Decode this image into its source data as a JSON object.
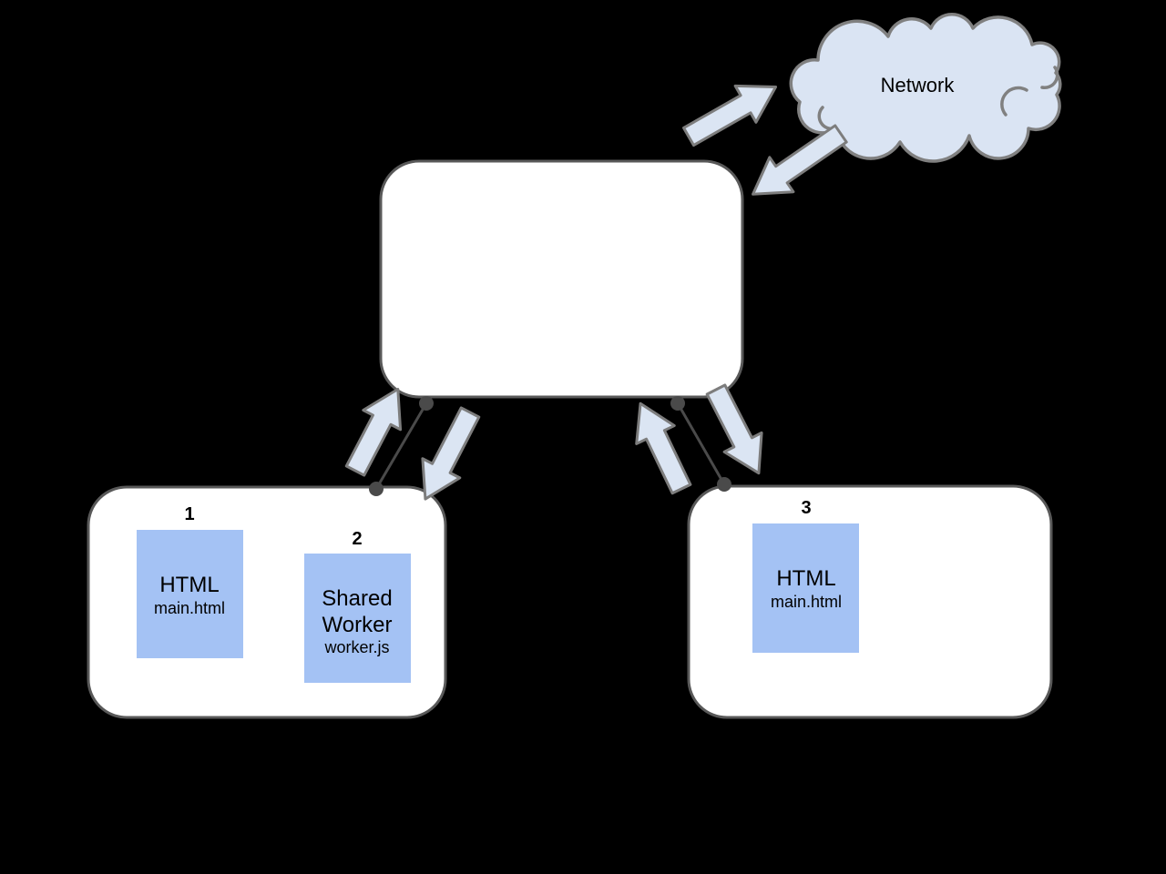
{
  "cloud": {
    "label": "Network"
  },
  "left_window": {
    "html_page": {
      "number": "1",
      "title": "HTML",
      "file": "main.html"
    },
    "shared_worker": {
      "number": "2",
      "title_lines": [
        "Shared",
        "Worker"
      ],
      "file": "worker.js"
    }
  },
  "right_window": {
    "html_page": {
      "number": "3",
      "title": "HTML",
      "file": "main.html"
    }
  },
  "colors": {
    "background": "#000000",
    "window_fill": "#ffffff",
    "window_border": "#595959",
    "doc_fill": "#a4c2f4",
    "arrow_fill": "#dbe5f3",
    "arrow_border": "#7d7d7d",
    "cloud_fill": "#dae4f3",
    "cloud_border": "#808080",
    "connector": "#4a4a4a",
    "text": "#000000"
  }
}
